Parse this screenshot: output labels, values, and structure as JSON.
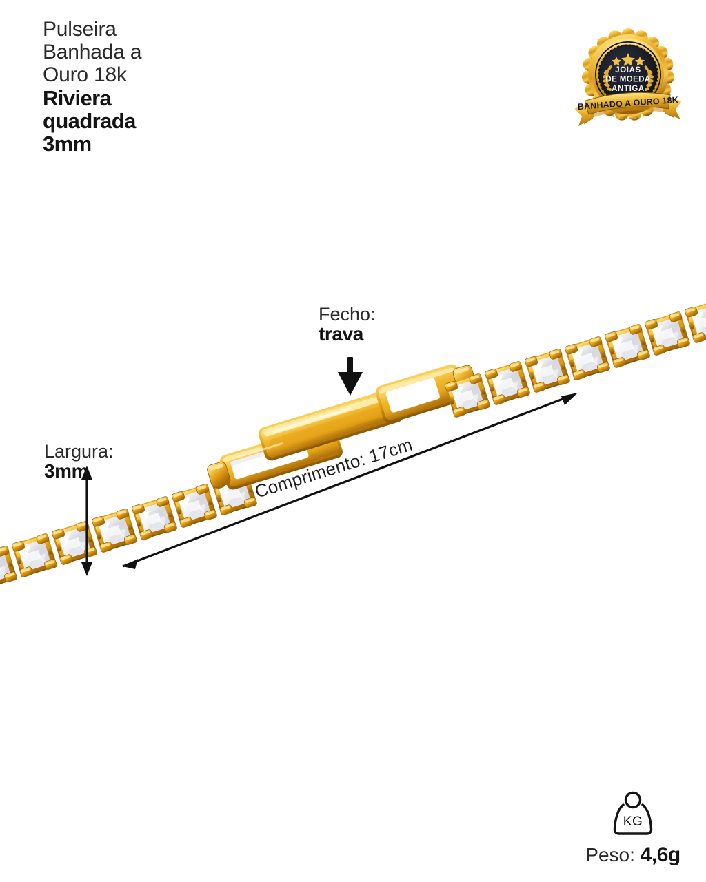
{
  "product": {
    "title_lines_light": [
      "Pulseira",
      "Banhada a",
      "Ouro 18k"
    ],
    "title_lines_bold": [
      "Riviera",
      "quadrada",
      "3mm"
    ]
  },
  "badge": {
    "line1": "JOIAS",
    "line2": "DE MOEDA",
    "line3": "ANTIGA",
    "ribbon": "BANHADO A OURO 18K",
    "gold_light": "#FBD961",
    "gold_mid": "#E2A324",
    "gold_dark": "#A8690B",
    "navy": "#14161F"
  },
  "annotations": {
    "clasp": {
      "label": "Fecho:",
      "value": "trava"
    },
    "width": {
      "label": "Largura:",
      "value": "3mm"
    },
    "length": {
      "text": "Comprimento: 17cm"
    }
  },
  "weight": {
    "icon_text": "KG",
    "label": "Peso:",
    "value": "4,6g"
  },
  "colors": {
    "gold_highlight": "#FFDE7A",
    "gold_base": "#F0B429",
    "gold_mid": "#E09A12",
    "gold_shadow": "#B5760A",
    "gold_deep": "#8A5606",
    "crystal_light": "#FFFFFF",
    "crystal_mid": "#E9E9EC",
    "crystal_shade": "#CFCFD6",
    "ink": "#141414",
    "background": "#FFFFFF"
  }
}
